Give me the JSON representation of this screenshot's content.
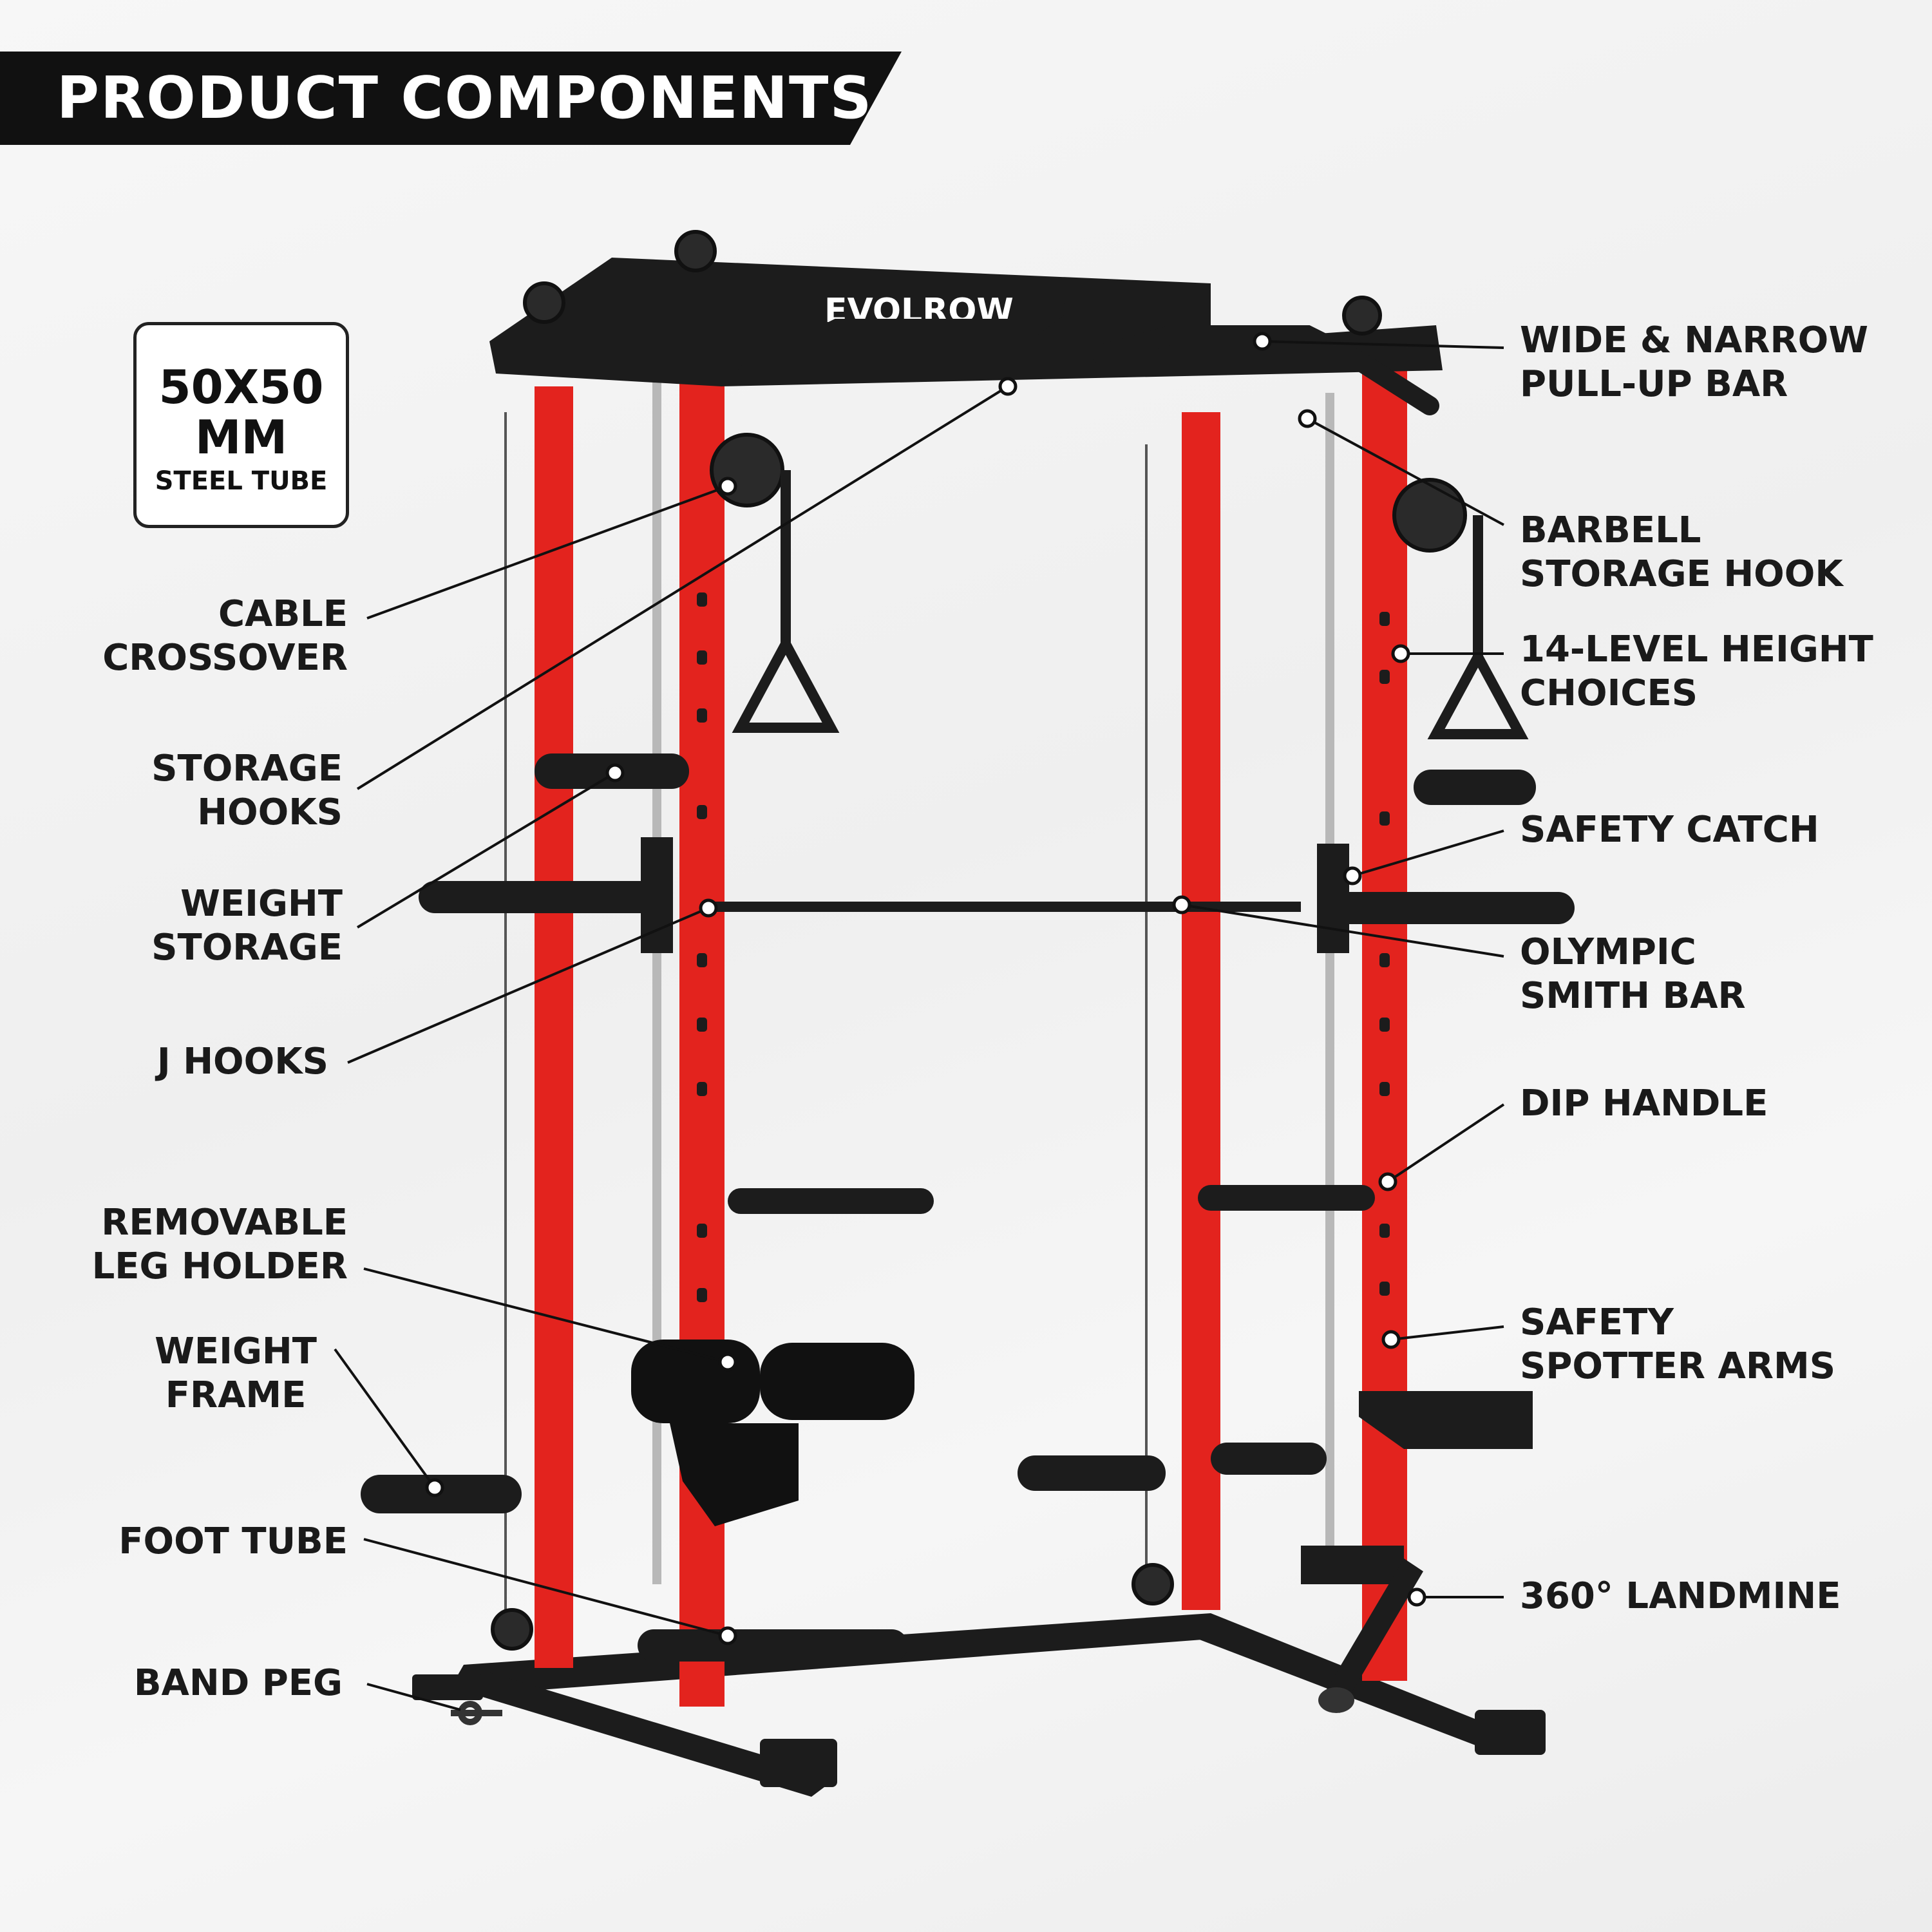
{
  "header": {
    "title": "PRODUCT COMPONENTS"
  },
  "spec": {
    "line1": "50X50",
    "line2": "MM",
    "line3": "STEEL TUBE"
  },
  "machine": {
    "brand": "EVOLROW"
  },
  "colors": {
    "frame_red": "#e3231e",
    "frame_black": "#1c1c1c",
    "banner": "#111111",
    "text": "#1a1a1a"
  },
  "left_labels": [
    {
      "lines": [
        "CABLE",
        "CROSSOVER"
      ]
    },
    {
      "lines": [
        "STORAGE",
        "HOOKS"
      ]
    },
    {
      "lines": [
        "WEIGHT",
        "STORAGE"
      ]
    },
    {
      "lines": [
        "J HOOKS"
      ]
    },
    {
      "lines": [
        "REMOVABLE",
        "LEG HOLDER"
      ]
    },
    {
      "lines": [
        "WEIGHT",
        "FRAME"
      ]
    },
    {
      "lines": [
        "FOOT TUBE"
      ]
    },
    {
      "lines": [
        "BAND PEG"
      ]
    }
  ],
  "right_labels": [
    {
      "lines": [
        "WIDE & NARROW",
        "PULL-UP BAR"
      ]
    },
    {
      "lines": [
        "BARBELL",
        "STORAGE HOOK"
      ]
    },
    {
      "lines": [
        "14-LEVEL HEIGHT",
        "CHOICES"
      ]
    },
    {
      "lines": [
        "SAFETY CATCH"
      ]
    },
    {
      "lines": [
        "OLYMPIC",
        "SMITH BAR"
      ]
    },
    {
      "lines": [
        "DIP HANDLE"
      ]
    },
    {
      "lines": [
        "SAFETY",
        "SPOTTER ARMS"
      ]
    },
    {
      "lines": [
        "360° LANDMINE"
      ]
    }
  ]
}
